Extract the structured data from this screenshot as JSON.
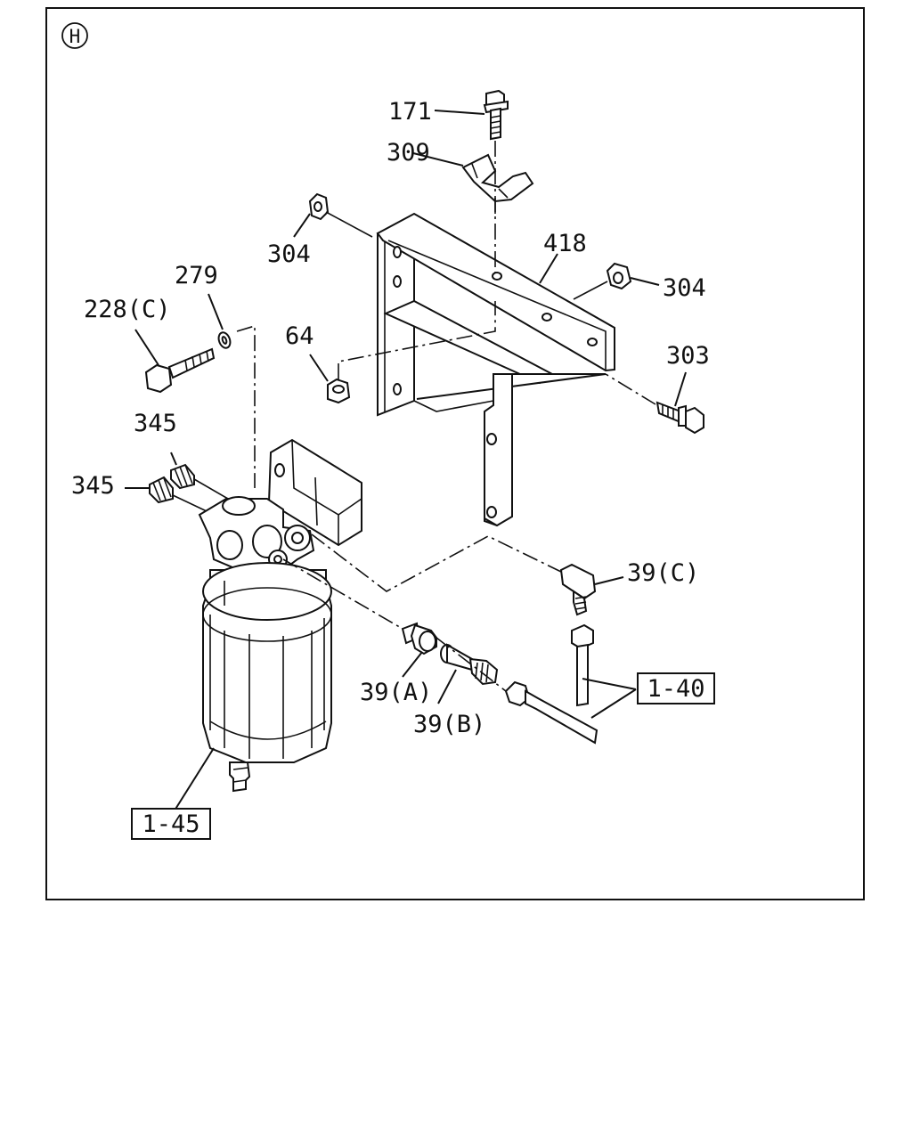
{
  "section_marker": "H",
  "callouts": {
    "c171": "171",
    "c309": "309",
    "c304_left": "304",
    "c418": "418",
    "c304_right": "304",
    "c279": "279",
    "c228c": "228(C)",
    "c64": "64",
    "c303": "303",
    "c345_upper": "345",
    "c345_lower": "345",
    "c39c": "39(C)",
    "c39a": "39(A)",
    "c39b": "39(B)"
  },
  "references": {
    "r140": "1-40",
    "r145": "1-45"
  }
}
